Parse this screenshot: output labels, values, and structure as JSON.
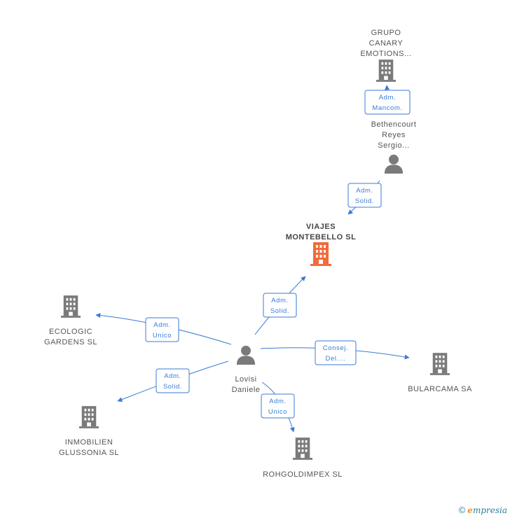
{
  "nodes": [
    {
      "id": "grupo",
      "type": "company",
      "lines": [
        "GRUPO",
        "CANARY",
        "EMOTIONS..."
      ],
      "color": "#7a7a7a"
    },
    {
      "id": "bethencourt",
      "type": "person",
      "lines": [
        "Bethencourt",
        "Reyes",
        "Sergio..."
      ],
      "color": "#7a7a7a"
    },
    {
      "id": "viajes",
      "type": "company",
      "main": true,
      "lines": [
        "VIAJES",
        "MONTEBELLO SL"
      ],
      "color": "#f26b3a"
    },
    {
      "id": "ecologic",
      "type": "company",
      "lines": [
        "ECOLOGIC",
        "GARDENS  SL"
      ],
      "color": "#7a7a7a"
    },
    {
      "id": "lovisi",
      "type": "person",
      "lines": [
        "Lovisi",
        "Daniele"
      ],
      "color": "#7a7a7a"
    },
    {
      "id": "bularcama",
      "type": "company",
      "lines": [
        "BULARCAMA SA"
      ],
      "color": "#7a7a7a"
    },
    {
      "id": "inmobilien",
      "type": "company",
      "lines": [
        "INMOBILIEN",
        "GLUSSONIA SL"
      ],
      "color": "#7a7a7a"
    },
    {
      "id": "rohgold",
      "type": "company",
      "lines": [
        "ROHGOLDIMPEX SL"
      ],
      "color": "#7a7a7a"
    }
  ],
  "edges": [
    {
      "id": "e1",
      "from": "bethencourt",
      "to": "grupo",
      "lines": [
        "Adm.",
        "Mancom."
      ]
    },
    {
      "id": "e2",
      "from": "bethencourt",
      "to": "viajes",
      "lines": [
        "Adm.",
        "Solid."
      ]
    },
    {
      "id": "e3",
      "from": "lovisi",
      "to": "viajes",
      "lines": [
        "Adm.",
        "Solid."
      ]
    },
    {
      "id": "e4",
      "from": "lovisi",
      "to": "ecologic",
      "lines": [
        "Adm.",
        "Unico"
      ]
    },
    {
      "id": "e5",
      "from": "lovisi",
      "to": "bularcama",
      "lines": [
        "Consej.",
        "Del...."
      ]
    },
    {
      "id": "e6",
      "from": "lovisi",
      "to": "inmobilien",
      "lines": [
        "Adm.",
        "Solid."
      ]
    },
    {
      "id": "e7",
      "from": "lovisi",
      "to": "rohgold",
      "lines": [
        "Adm.",
        "Unico"
      ]
    }
  ],
  "colors": {
    "edge": "#3a7bd5",
    "main_company": "#f26b3a",
    "default_icon": "#7a7a7a"
  },
  "footer": {
    "copyright": "©",
    "brand_first": "e",
    "brand_rest": "mpresia"
  }
}
